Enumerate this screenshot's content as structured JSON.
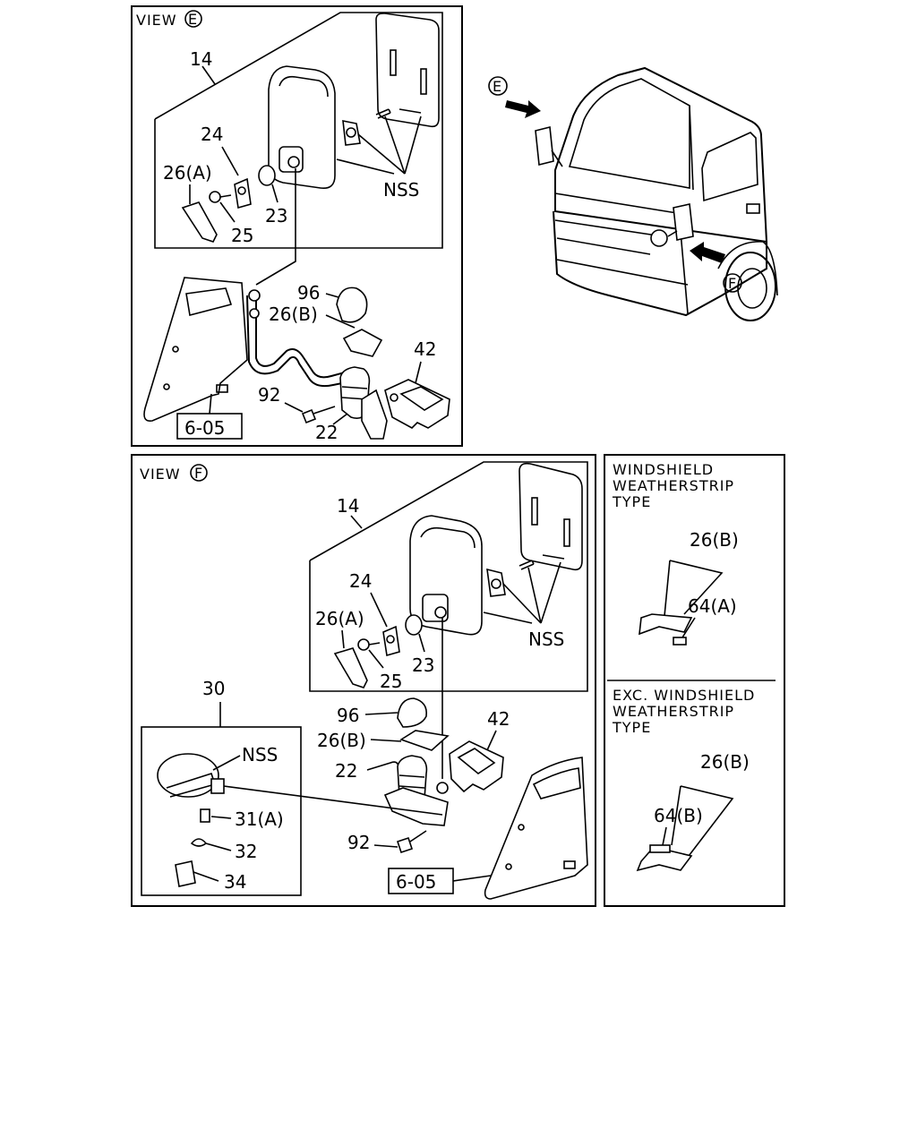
{
  "panel_e": {
    "view_label": "VIEW",
    "view_letter": "E",
    "labels": {
      "p14": "14",
      "p24": "24",
      "p26a": "26(A)",
      "p25": "25",
      "p23": "23",
      "nss": "NSS",
      "p96": "96",
      "p26b": "26(B)",
      "p42": "42",
      "p92": "92",
      "p22": "22",
      "ref": "6-05"
    }
  },
  "truck": {
    "arrow_e": "E",
    "arrow_f": "F"
  },
  "panel_f": {
    "view_label": "VIEW",
    "view_letter": "F",
    "labels": {
      "p14": "14",
      "p24": "24",
      "p26a": "26(A)",
      "p25": "25",
      "p23": "23",
      "nss": "NSS",
      "p30": "30",
      "p96": "96",
      "p42": "42",
      "p26b": "26(B)",
      "nss2": "NSS",
      "p22": "22",
      "p31a": "31(A)",
      "p32": "32",
      "p92": "92",
      "p34": "34",
      "ref": "6-05"
    }
  },
  "variants": {
    "windshield": {
      "title_lines": [
        "WINDSHIELD",
        "WEATHERSTRIP",
        "TYPE"
      ],
      "p26b": "26(B)",
      "p64": "64(A)"
    },
    "exc_windshield": {
      "title_lines": [
        "EXC. WINDSHIELD",
        "WEATHERSTRIP",
        "TYPE"
      ],
      "p26b": "26(B)",
      "p64": "64(B)"
    }
  }
}
